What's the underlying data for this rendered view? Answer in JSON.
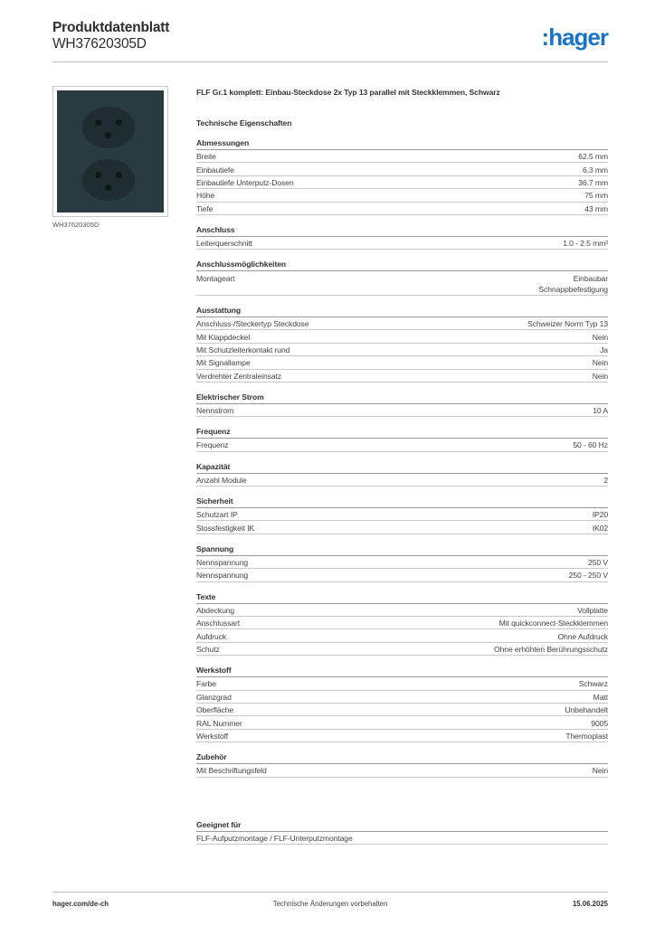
{
  "header": {
    "title": "Produktdatenblatt",
    "code": "WH37620305D",
    "logo": ":hager",
    "logo_color": "#1a73c7"
  },
  "image": {
    "caption": "WH37620305D"
  },
  "product_title": "FLF Gr.1 komplett: Einbau-Steckdose 2x Typ 13 parallel mit Steckklemmen, Schwarz",
  "tech_heading": "Technische Eigenschaften",
  "sections": [
    {
      "title": "Abmessungen",
      "rows": [
        {
          "label": "Breite",
          "value": "62.5 mm"
        },
        {
          "label": "Einbautiefe",
          "value": "6.3 mm"
        },
        {
          "label": "Einbautiefe Unterputz-Dosen",
          "value": "36.7 mm"
        },
        {
          "label": "Höhe",
          "value": "75 mm"
        },
        {
          "label": "Tiefe",
          "value": "43 mm"
        }
      ]
    },
    {
      "title": "Anschluss",
      "rows": [
        {
          "label": "Leiterquerschnitt",
          "value": "1.0 - 2.5 mm²"
        }
      ]
    },
    {
      "title": "Anschlussmöglichkeiten",
      "rows": [
        {
          "label": "Montageart",
          "value": "Einbaubar\nSchnappbefestigung"
        }
      ]
    },
    {
      "title": "Ausstattung",
      "rows": [
        {
          "label": "Anschluss-/Steckertyp Steckdose",
          "value": "Schweizer Norm Typ 13"
        },
        {
          "label": "Mit Klappdeckel",
          "value": "Nein"
        },
        {
          "label": "Mit Schutzleiterkontakt rund",
          "value": "Ja"
        },
        {
          "label": "Mit Signallampe",
          "value": "Nein"
        },
        {
          "label": "Verdrehter Zentraleinsatz",
          "value": "Nein"
        }
      ]
    },
    {
      "title": "Elektrischer Strom",
      "rows": [
        {
          "label": "Nennstrom",
          "value": "10 A"
        }
      ]
    },
    {
      "title": "Frequenz",
      "rows": [
        {
          "label": "Frequenz",
          "value": "50 - 60 Hz"
        }
      ]
    },
    {
      "title": "Kapazität",
      "rows": [
        {
          "label": "Anzahl Module",
          "value": "2"
        }
      ]
    },
    {
      "title": "Sicherheit",
      "rows": [
        {
          "label": "Schutzart IP",
          "value": "IP20"
        },
        {
          "label": "Stossfestigkeit IK",
          "value": "IK02"
        }
      ]
    },
    {
      "title": "Spannung",
      "rows": [
        {
          "label": "Nennspannung",
          "value": "250 V"
        },
        {
          "label": "Nennspannung",
          "value": "250 - 250 V"
        }
      ]
    },
    {
      "title": "Texte",
      "rows": [
        {
          "label": "Abdeckung",
          "value": "Vollplatte"
        },
        {
          "label": "Anschlussart",
          "value": "Mit quickconnect-Steckklemmen"
        },
        {
          "label": "Aufdruck",
          "value": "Ohne Aufdruck"
        },
        {
          "label": "Schutz",
          "value": "Ohne erhöhten Berührungsschutz"
        }
      ]
    },
    {
      "title": "Werkstoff",
      "rows": [
        {
          "label": "Farbe",
          "value": "Schwarz"
        },
        {
          "label": "Glanzgrad",
          "value": "Matt"
        },
        {
          "label": "Oberfläche",
          "value": "Unbehandelt"
        },
        {
          "label": "RAL Nummer",
          "value": "9005"
        },
        {
          "label": "Werkstoff",
          "value": "Thermoplast"
        }
      ]
    },
    {
      "title": "Zubehör",
      "rows": [
        {
          "label": "Mit Beschriftungsfeld",
          "value": "Nein"
        }
      ]
    }
  ],
  "suitable": {
    "title": "Geeignet für",
    "rows": [
      {
        "label": "FLF-Aufputzmontage / FLF-Unterputzmontage",
        "value": ""
      }
    ]
  },
  "footer": {
    "left": "hager.com/de-ch",
    "center": "Technische Änderungen vorbehalten",
    "right": "15.06.2025"
  }
}
